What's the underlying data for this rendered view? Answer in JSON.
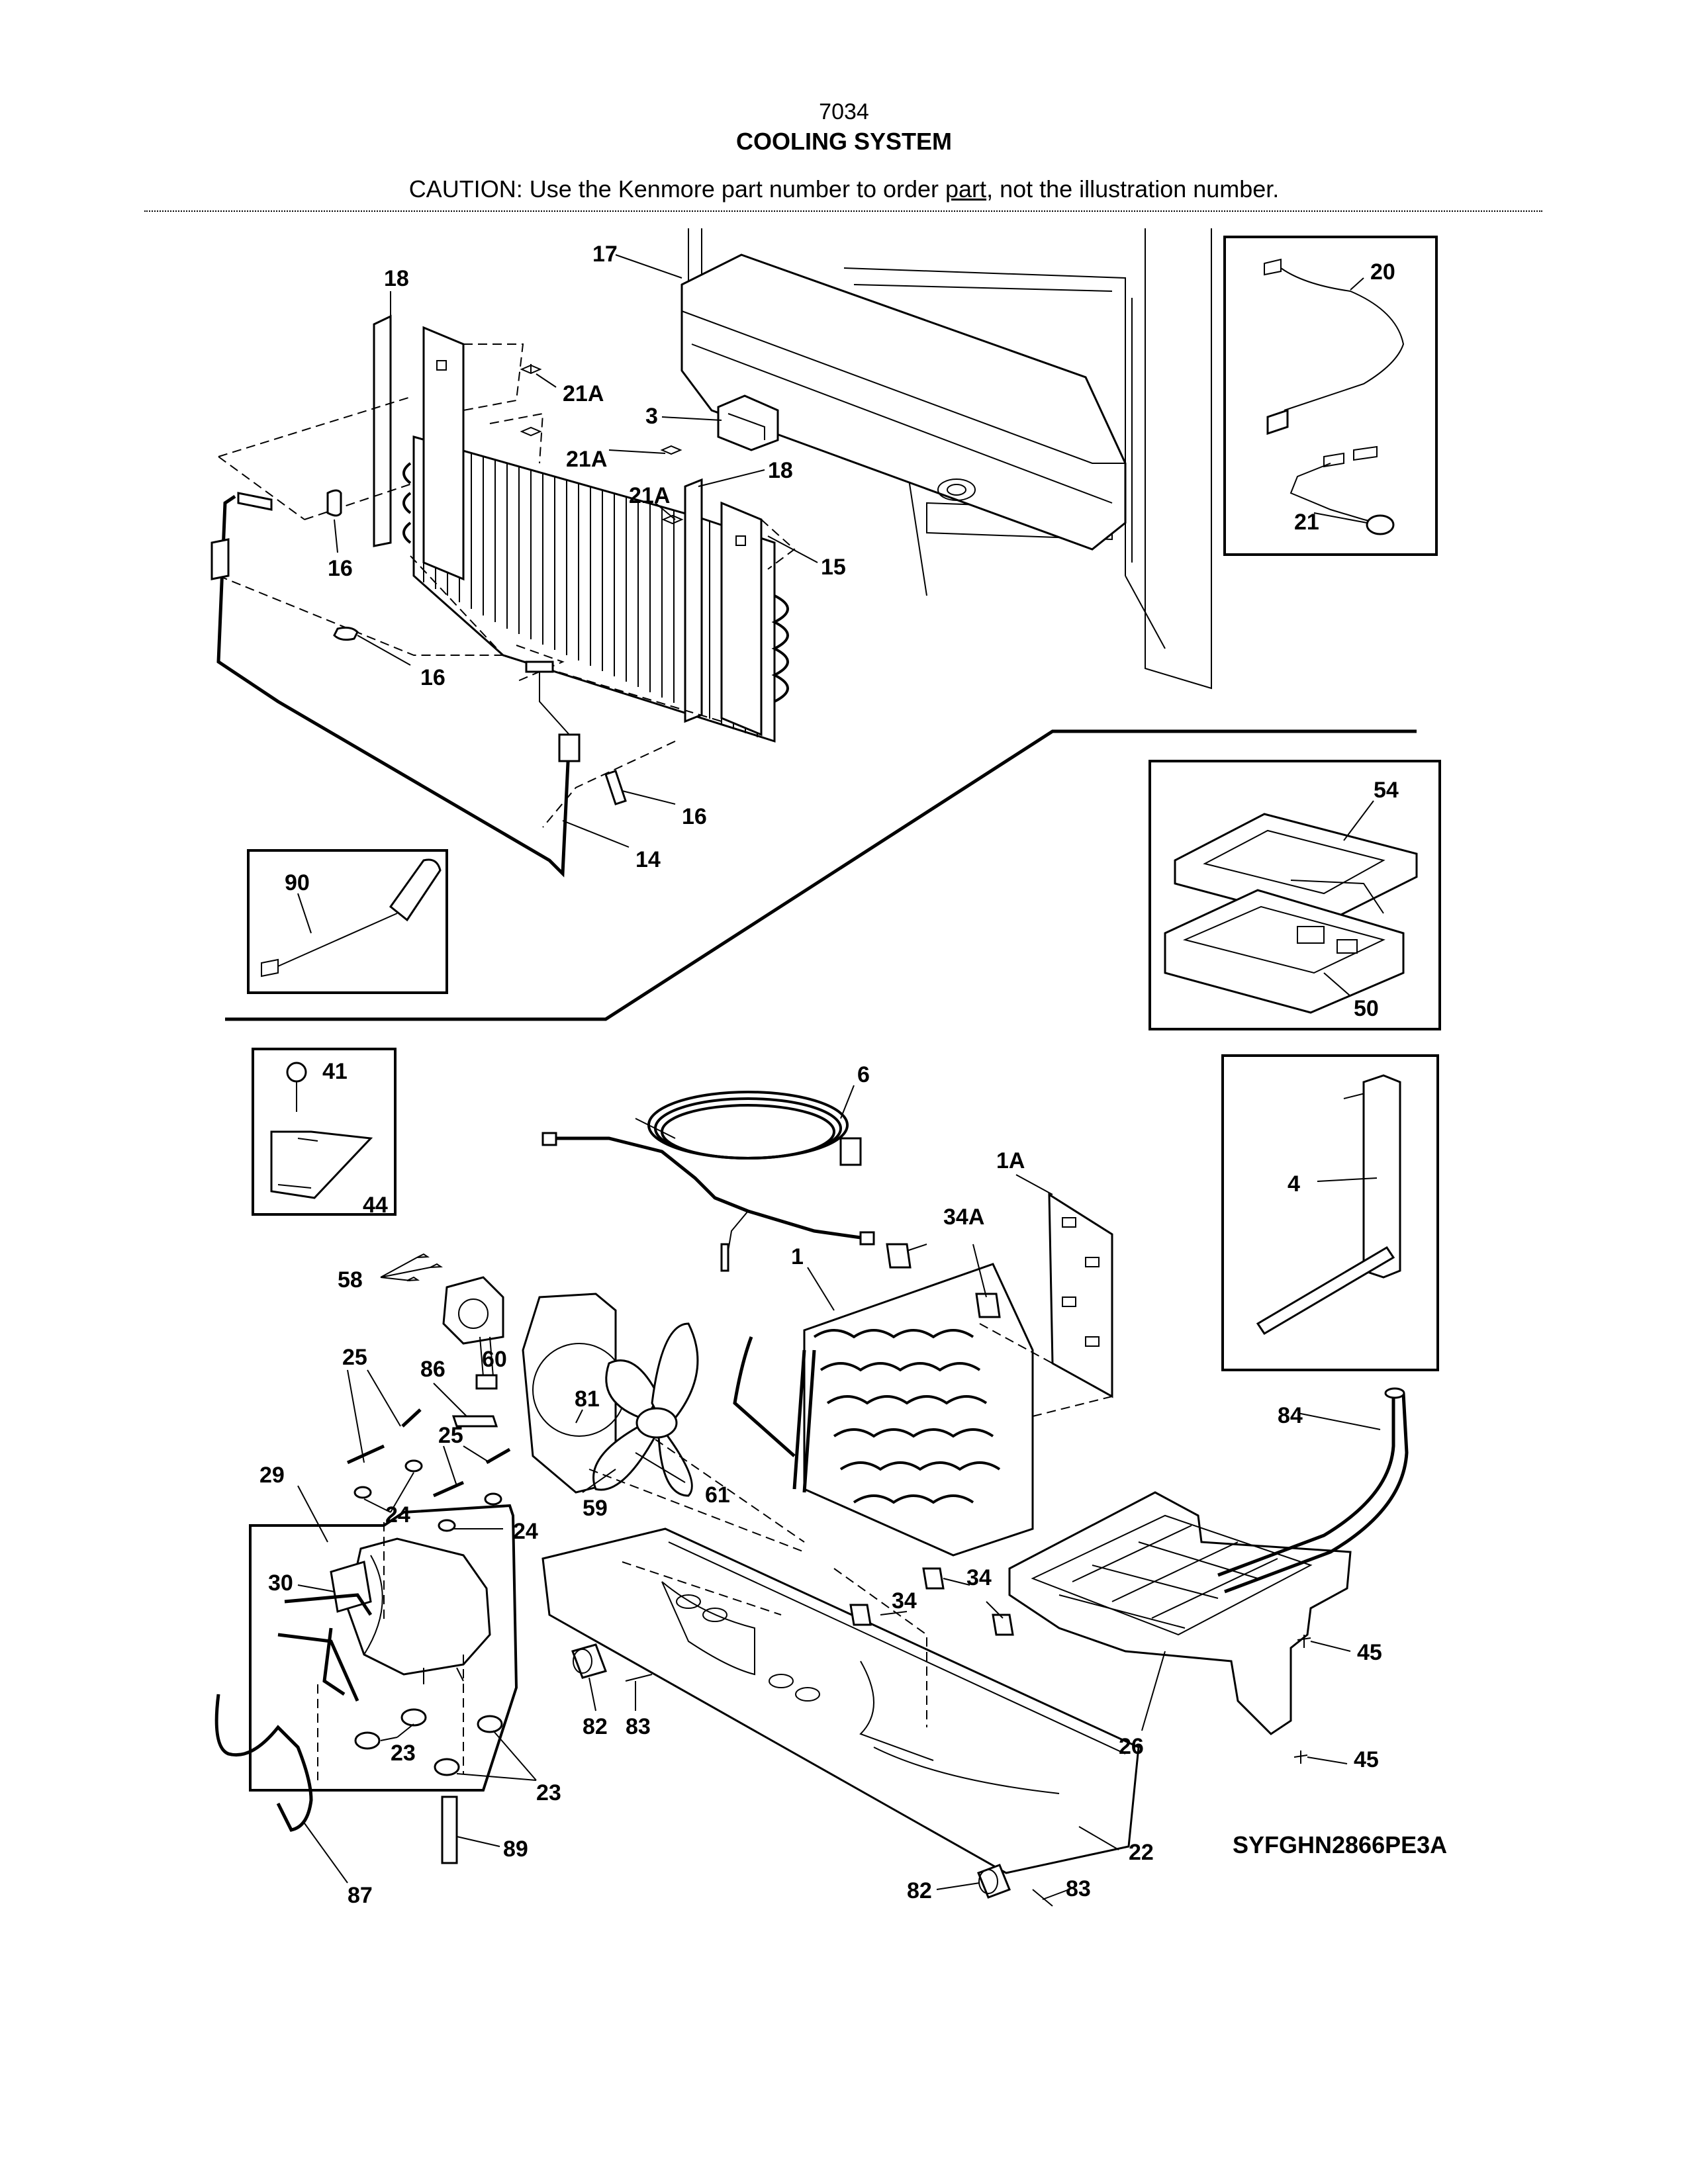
{
  "header": {
    "page_number": "7034",
    "title": "COOLING SYSTEM",
    "caution_prefix": "CAUTION: Use the Kenmore part number to order ",
    "caution_link": "part",
    "caution_suffix": ", not the illustration number."
  },
  "model_number": "SYFGHN2866PE3A",
  "callouts": {
    "c18a": "18",
    "c17": "17",
    "c20": "20",
    "c21a_1": "21A",
    "c3": "3",
    "c21a_2": "21A",
    "c18b": "18",
    "c21a_3": "21A",
    "c16a": "16",
    "c15": "15",
    "c21": "21",
    "c16b": "16",
    "c16c": "16",
    "c14": "14",
    "c54": "54",
    "c90": "90",
    "c50": "50",
    "c41": "41",
    "c6": "6",
    "c1a": "1A",
    "c4": "4",
    "c44": "44",
    "c34a": "34A",
    "c1": "1",
    "c58": "58",
    "c60": "60",
    "c86": "86",
    "c81": "81",
    "c25a": "25",
    "c25b": "25",
    "c84": "84",
    "c29": "29",
    "c24a": "24",
    "c24b": "24",
    "c59": "59",
    "c61": "61",
    "c30": "30",
    "c34b": "34",
    "c34c": "34",
    "c45a": "45",
    "c82a": "82",
    "c83a": "83",
    "c23a": "23",
    "c23b": "23",
    "c26": "26",
    "c45b": "45",
    "c89": "89",
    "c22": "22",
    "c87": "87",
    "c82b": "82",
    "c83b": "83"
  }
}
